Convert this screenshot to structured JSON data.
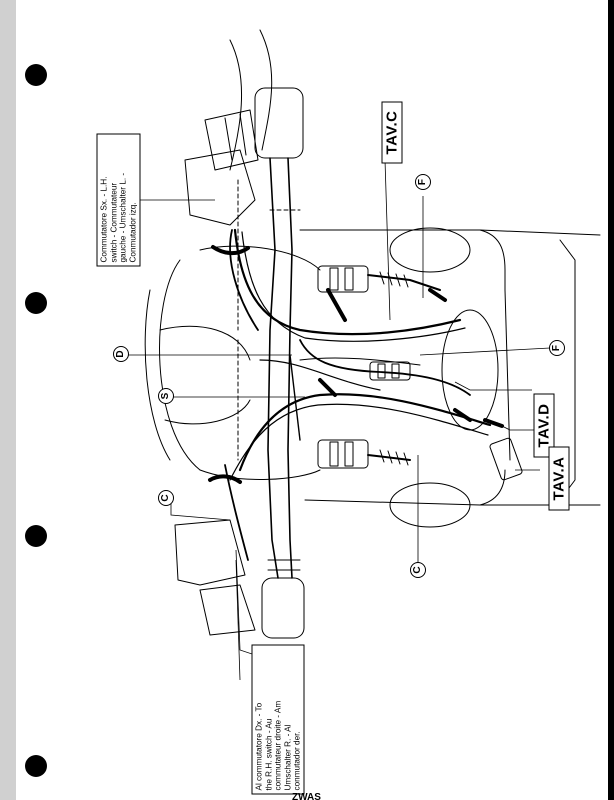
{
  "labels": {
    "left_switch": [
      "Commutatore Sx. - L.H.",
      "switch - Commutateur",
      "gauche - Umschalter L. -",
      "Conmutador izq."
    ],
    "right_switch": [
      "Al commutatore Dx. - To",
      "the R.H. switch - Au",
      "commutateur droite - Am",
      "Umschalter R. - Al",
      "conmutador der."
    ],
    "tav_c": "TAV.C",
    "tav_d": "TAV.D",
    "tav_a": "TAV.A",
    "page_fragment": "ZWAS"
  },
  "callouts": {
    "f_upper": "F",
    "d": "D",
    "f_lower": "F",
    "s": "S",
    "c_left": "C",
    "c_bottom": "C"
  }
}
